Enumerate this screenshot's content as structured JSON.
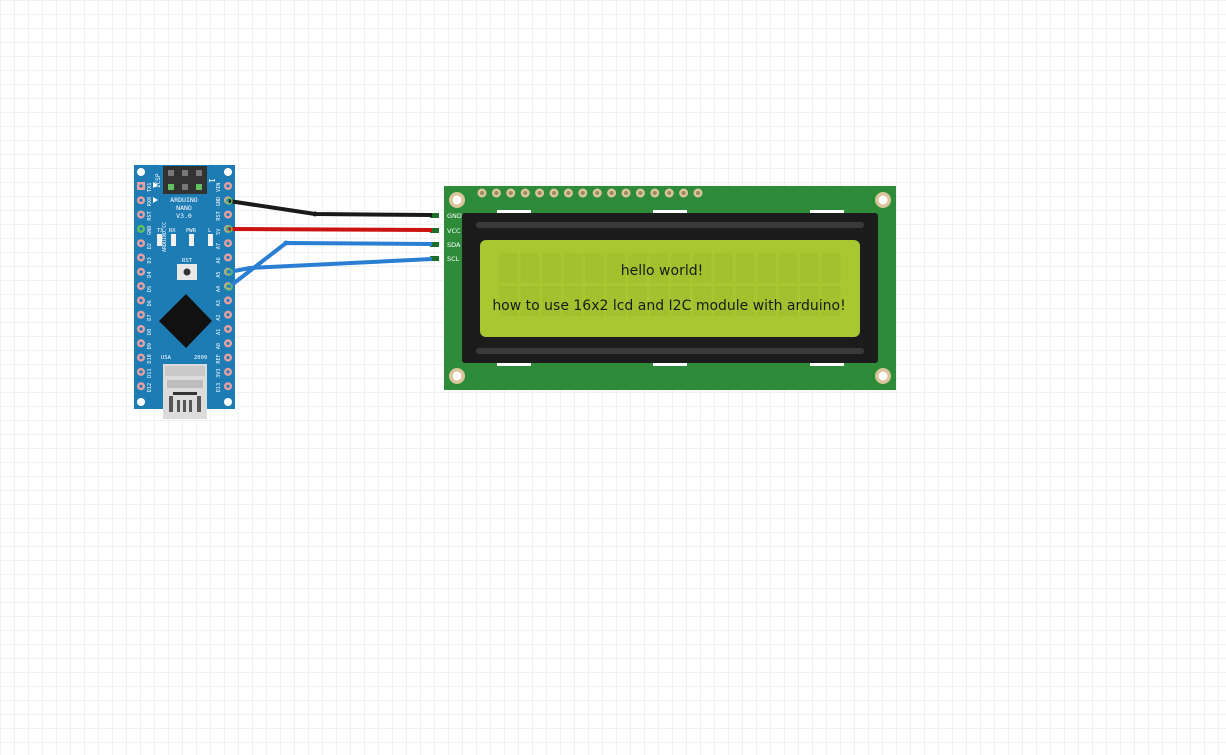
{
  "arduino": {
    "board_name_1": "ARDUINO",
    "board_name_2": "NANO",
    "board_version": "V3.0",
    "icsp_label": "ICSP",
    "pin1_marker": "1",
    "led_tx": "TX",
    "led_rx": "RX",
    "led_pwr": "PWR",
    "led_l": "L",
    "reset_label": "RST",
    "vendor_label": "ARDUINO.CC",
    "country_label": "USA",
    "year_label": "2009",
    "left_pins": [
      "TX1",
      "RX0",
      "RST",
      "GND",
      "D2",
      "D3",
      "D4",
      "D5",
      "D6",
      "D7",
      "D8",
      "D9",
      "D10",
      "D11",
      "D12"
    ],
    "right_pins": [
      "VIN",
      "GND",
      "RST",
      "5V",
      "A7",
      "A6",
      "A5",
      "A4",
      "A3",
      "A2",
      "A1",
      "A0",
      "REF",
      "3V3",
      "D13"
    ]
  },
  "lcd": {
    "line1": "hello world!",
    "line2": "how to use 16x2 lcd and I2C module with arduino!",
    "pins": [
      "GND",
      "VCC",
      "SDA",
      "SCL"
    ]
  },
  "colors": {
    "nano_board": "#1e7cb4",
    "lcd_board": "#2e8b3a",
    "lcd_screen": "#a8c832",
    "wire_gnd": "#1a1a1a",
    "wire_vcc": "#cc1111",
    "wire_i2c": "#2a7fd4"
  }
}
